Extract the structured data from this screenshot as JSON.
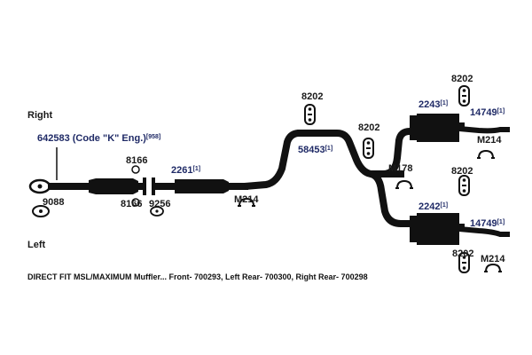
{
  "labels": {
    "right": "Right",
    "left": "Left",
    "pipe_642583": "642583 (Code \"K\" Eng.)",
    "pipe_642583_note": "[958]",
    "p9088": "9088",
    "p8166_top": "8166",
    "p8166_bottom": "8166",
    "p9256": "9256",
    "p2261": "2261",
    "p2261_note": "[1]",
    "m214_mid": "M214",
    "p8202_mid": "8202",
    "p58453": "58453",
    "p58453_note": "[1]",
    "p8202_center": "8202",
    "m178": "M178",
    "p2243": "2243",
    "p2243_note": "[1]",
    "p8202_top_right": "8202",
    "p14749_top": "14749",
    "p14749_top_note": "[1]",
    "m214_right": "M214",
    "p8202_right_mid": "8202",
    "p2242": "2242",
    "p2242_note": "[1]",
    "p14749_bottom": "14749",
    "p14749_bottom_note": "[1]",
    "p8202_bottom_right": "8202",
    "m214_bottom": "M214"
  },
  "caption": "DIRECT FIT MSL/MAXIMUM Muffler... Front- 700293, Left Rear- 700300, Right Rear- 700298",
  "colors": {
    "text": "#1a1a1a",
    "accent": "#1f2a66",
    "parts": "#111111"
  }
}
